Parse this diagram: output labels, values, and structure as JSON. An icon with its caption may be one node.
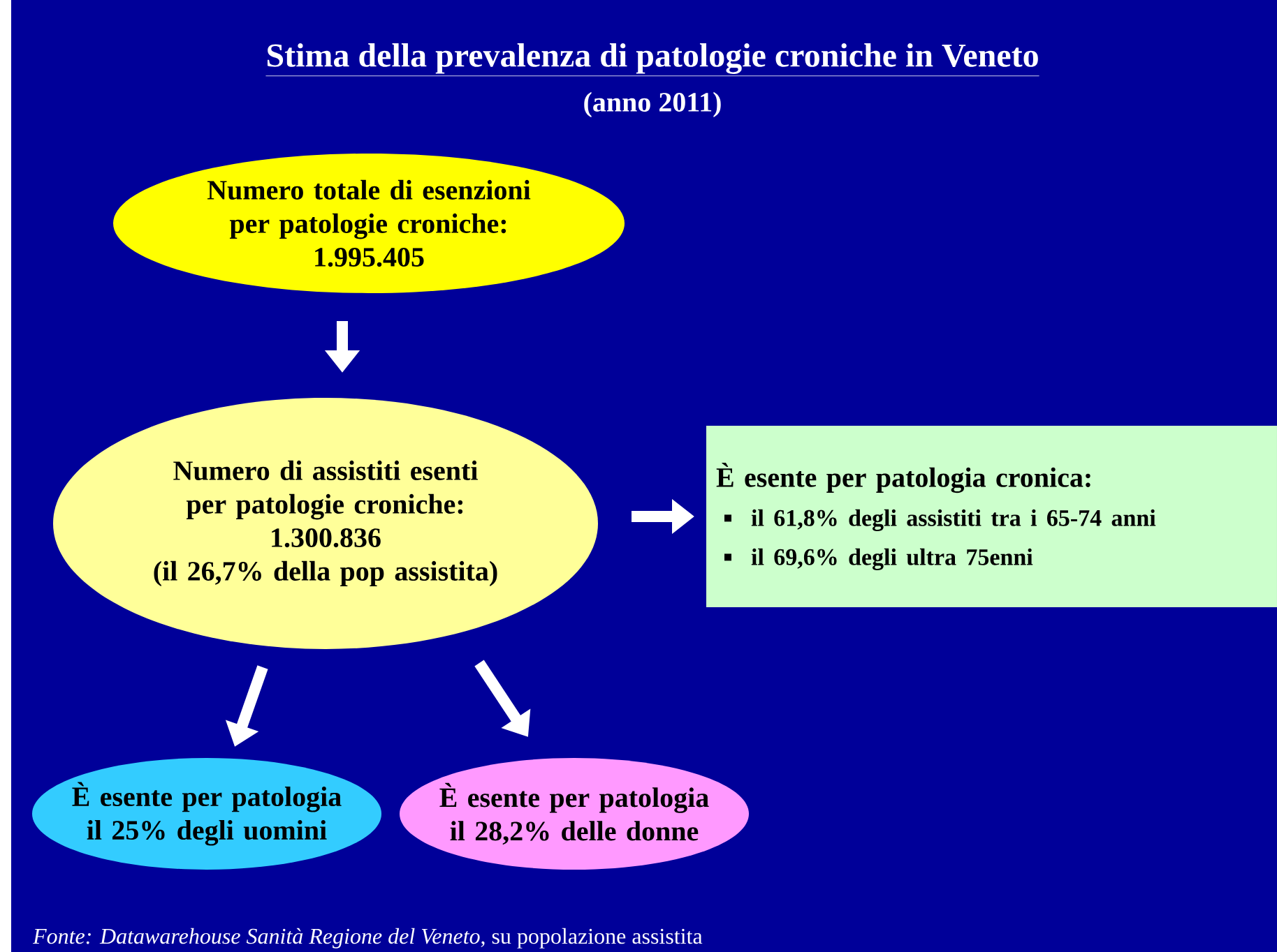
{
  "diagram": {
    "title": "Stima della prevalenza di patologie croniche in Veneto",
    "caption": "*Fonte: Datawarehouse Sanità Regione del Veneto*, su popolazione assistita",
    "nodes": [
      {
        "text": [
          "Numero totale di esenzioni per patologie croniche:",
          "1.995.405"
        ]
      },
      {
        "text": [
          "Numero di assistiti esenti per patologie croniche:",
          "1.300.836",
          "(il 26,7% della pop assistita)"
        ]
      },
      {
        "text": [
          "È esente per patologia cronica:",
          "il 61,8% degli assistiti tra i 65-74 anni",
          "il 69,6% degli ultra 75enni"
        ]
      },
      {
        "text": [
          "È esente per patologia il 25% degli uomini"
        ]
      },
      {
        "text": [
          "È esente per patologia il 28,2% delle donne"
        ]
      }
    ],
    "edges": [
      {
        "from": 0,
        "to": 1,
        "arrow": "to"
      },
      {
        "from": 1,
        "to": 2,
        "arrow": "to"
      },
      {
        "from": 1,
        "to": 3,
        "arrow": "to"
      },
      {
        "from": 1,
        "to": 4,
        "arrow": "to"
      }
    ],
    "labels": [
      "(anno 2011)"
    ]
  }
}
